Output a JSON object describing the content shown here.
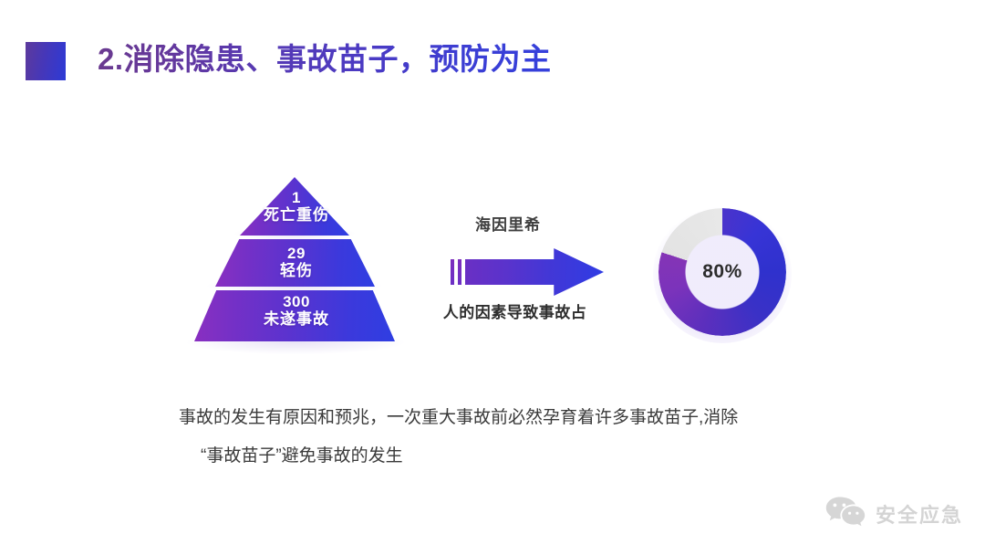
{
  "slide": {
    "title": "2.消除隐患、事故苗子，预防为主",
    "marker_icon": "gradient-square-icon"
  },
  "pyramid": {
    "name": "heinrich-safety-triangle",
    "layers": [
      {
        "number": "1",
        "label": "死亡重伤"
      },
      {
        "number": "29",
        "label": "轻伤"
      },
      {
        "number": "300",
        "label": "未遂事故"
      }
    ]
  },
  "arrow": {
    "top_label": "海因里希",
    "bottom_label": "人的因素导致事故占",
    "icon": "right-arrow-icon"
  },
  "donut": {
    "value_label": "80%",
    "percent": 80,
    "remainder_percent": 20,
    "fill_start_color": "#8434b6",
    "fill_end_color": "#2f31cd",
    "track_color": "#e6e6e6"
  },
  "body": {
    "line1": "事故的发生有原因和预兆，一次重大事故前必然孕育着许多事故苗子,消除",
    "line2": "“事故苗子”避免事故的发生"
  },
  "watermark": {
    "icon": "wechat-icon",
    "text": "安全应急"
  },
  "theme": {
    "title_gradient_start": "#6a3a90",
    "title_gradient_end": "#3540dc",
    "accent_purple": "#7b2fc4",
    "accent_blue": "#2f3ee2",
    "background": "#ffffff"
  }
}
